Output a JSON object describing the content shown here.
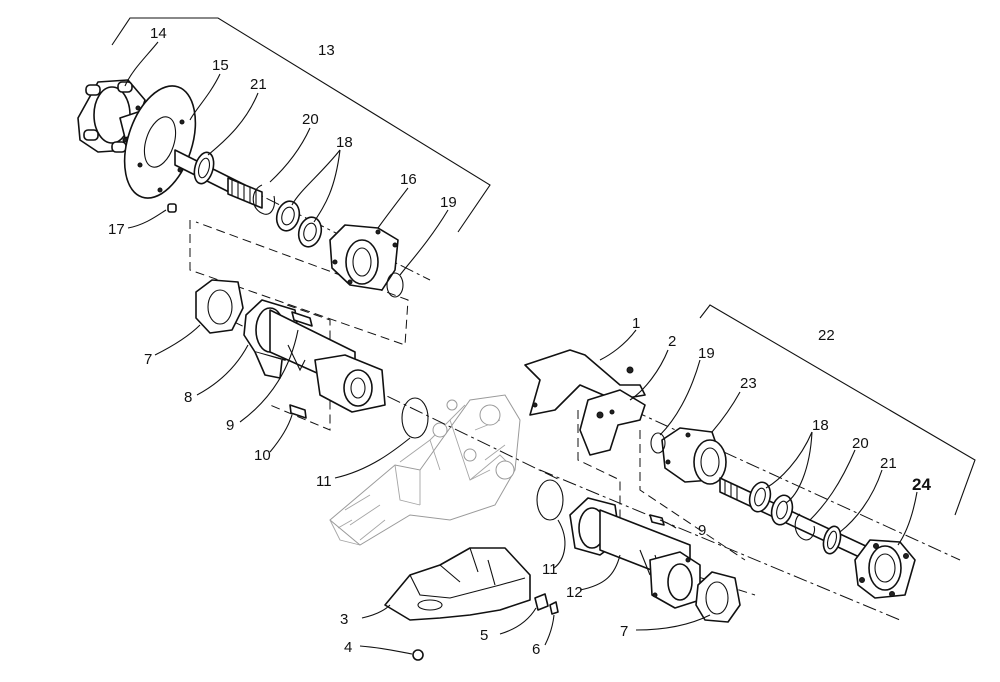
{
  "callouts": {
    "c1": "1",
    "c2": "2",
    "c3": "3",
    "c4": "4",
    "c5": "5",
    "c6": "6",
    "c7a": "7",
    "c7b": "7",
    "c8": "8",
    "c9a": "9",
    "c9b": "9",
    "c10": "10",
    "c11a": "11",
    "c11b": "11",
    "c12": "12",
    "c13": "13",
    "c14": "14",
    "c15": "15",
    "c16": "16",
    "c17": "17",
    "c18a": "18",
    "c18b": "18",
    "c19a": "19",
    "c19b": "19",
    "c20a": "20",
    "c20b": "20",
    "c21a": "21",
    "c21b": "21",
    "c22": "22",
    "c23": "23",
    "c24": "24"
  },
  "colors": {
    "ink": "#111111",
    "ghost": "#9a9a9a",
    "paper": "#ffffff"
  }
}
